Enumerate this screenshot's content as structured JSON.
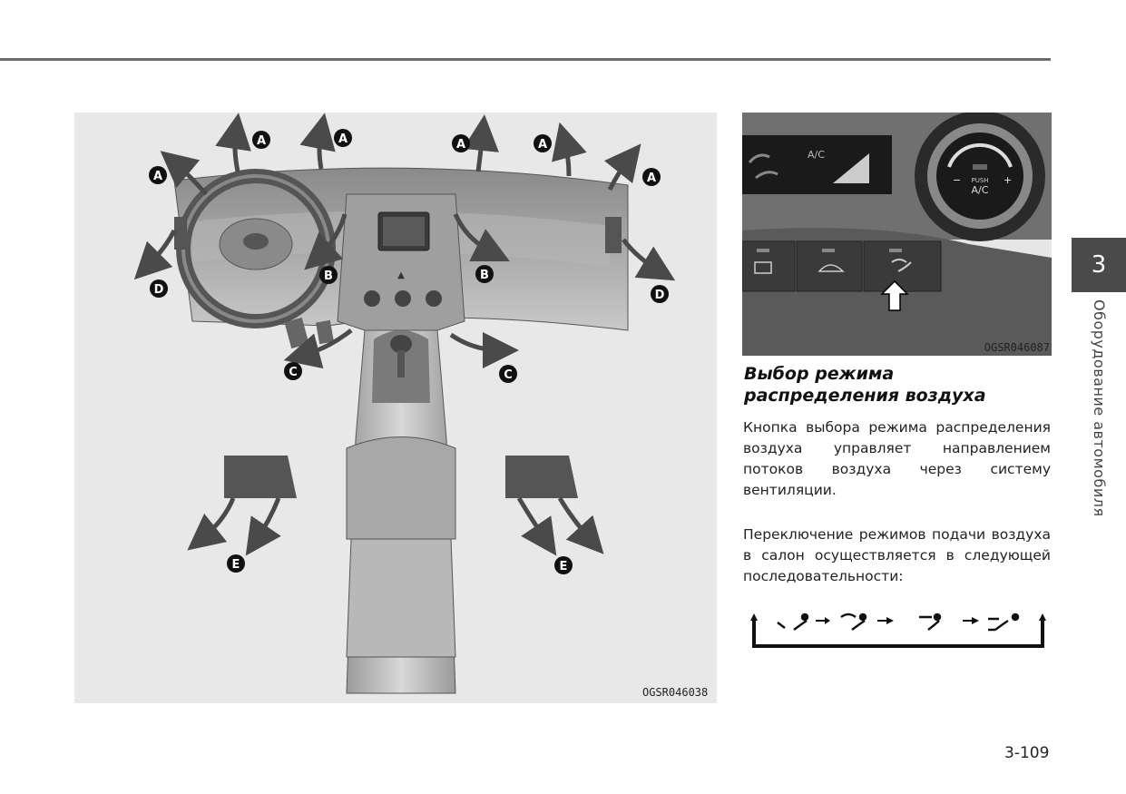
{
  "figure_main": {
    "code": "OGSR046038",
    "vent_labels": {
      "a": "A",
      "b": "B",
      "c": "C",
      "d": "D",
      "e": "E"
    },
    "center_panel_arrow": "▲"
  },
  "figure_panel": {
    "code": "OGSR046087",
    "ac_label": "A/C",
    "push_label": "PUSH",
    "ac_knob_label": "A/C",
    "minus": "−",
    "plus": "+"
  },
  "section": {
    "title": "Выбор режима распределения воздуха",
    "paragraphs": [
      "Кнопка выбора режима распределения воздуха управляет направлением потоков воздуха через систему вентиляции.",
      "Переключение режимов подачи воздуха в салон осуществляется в следующей последовательности:"
    ]
  },
  "chapter": {
    "number": "3",
    "title": "Оборудование автомобиля"
  },
  "page_number": "3-109"
}
